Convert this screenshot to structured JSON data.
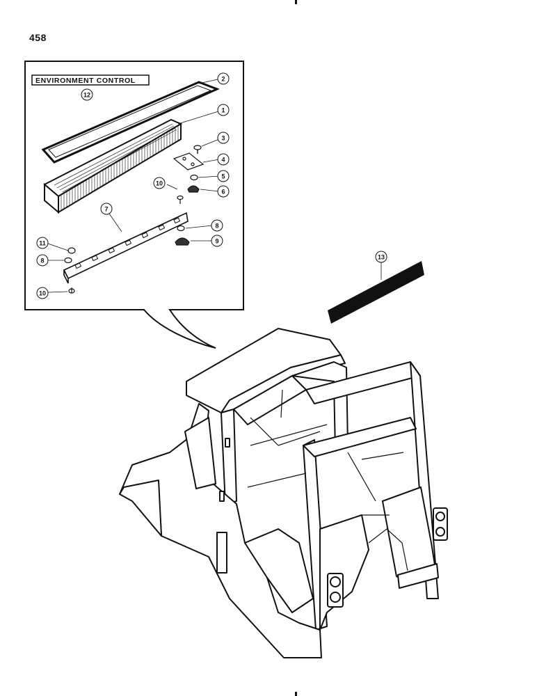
{
  "page": {
    "number": "458"
  },
  "inset": {
    "title": "ENVIRONMENT CONTROL",
    "title_callout": "12"
  },
  "callouts": [
    "1",
    "2",
    "3",
    "4",
    "5",
    "6",
    "7",
    "8",
    "9",
    "10",
    "11",
    "8",
    "10",
    "13"
  ],
  "colors": {
    "ink": "#111111",
    "paper": "#ffffff",
    "strip": "#111111"
  }
}
